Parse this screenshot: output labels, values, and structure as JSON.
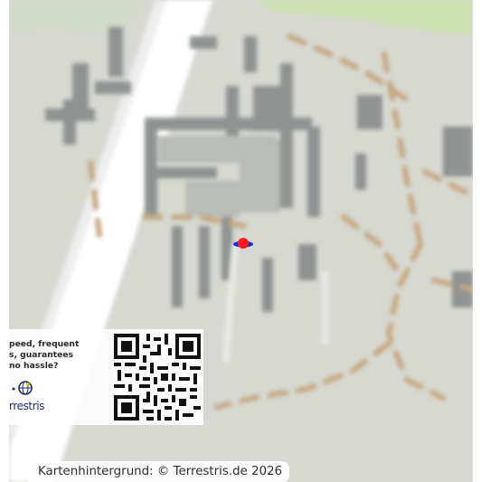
{
  "map": {
    "attribution": "Kartenhintergrund: © Terrestris.de 2026",
    "colors": {
      "background": "#d7d9d2",
      "building": "#8f9391",
      "road": "#ffffff",
      "path": "#c6a882",
      "green": "#cfe0b3",
      "marker_center": "#ff1a1a",
      "marker_halo": "#1530d8"
    },
    "marker": {
      "icon": "location-marker-icon"
    }
  },
  "ad": {
    "lines": [
      "peed, frequent",
      "s, guarantees",
      "no hassle?"
    ],
    "brand": "rrestris",
    "logo_icon": "globe-logo-icon",
    "qr_icon": "qr-code-icon"
  }
}
